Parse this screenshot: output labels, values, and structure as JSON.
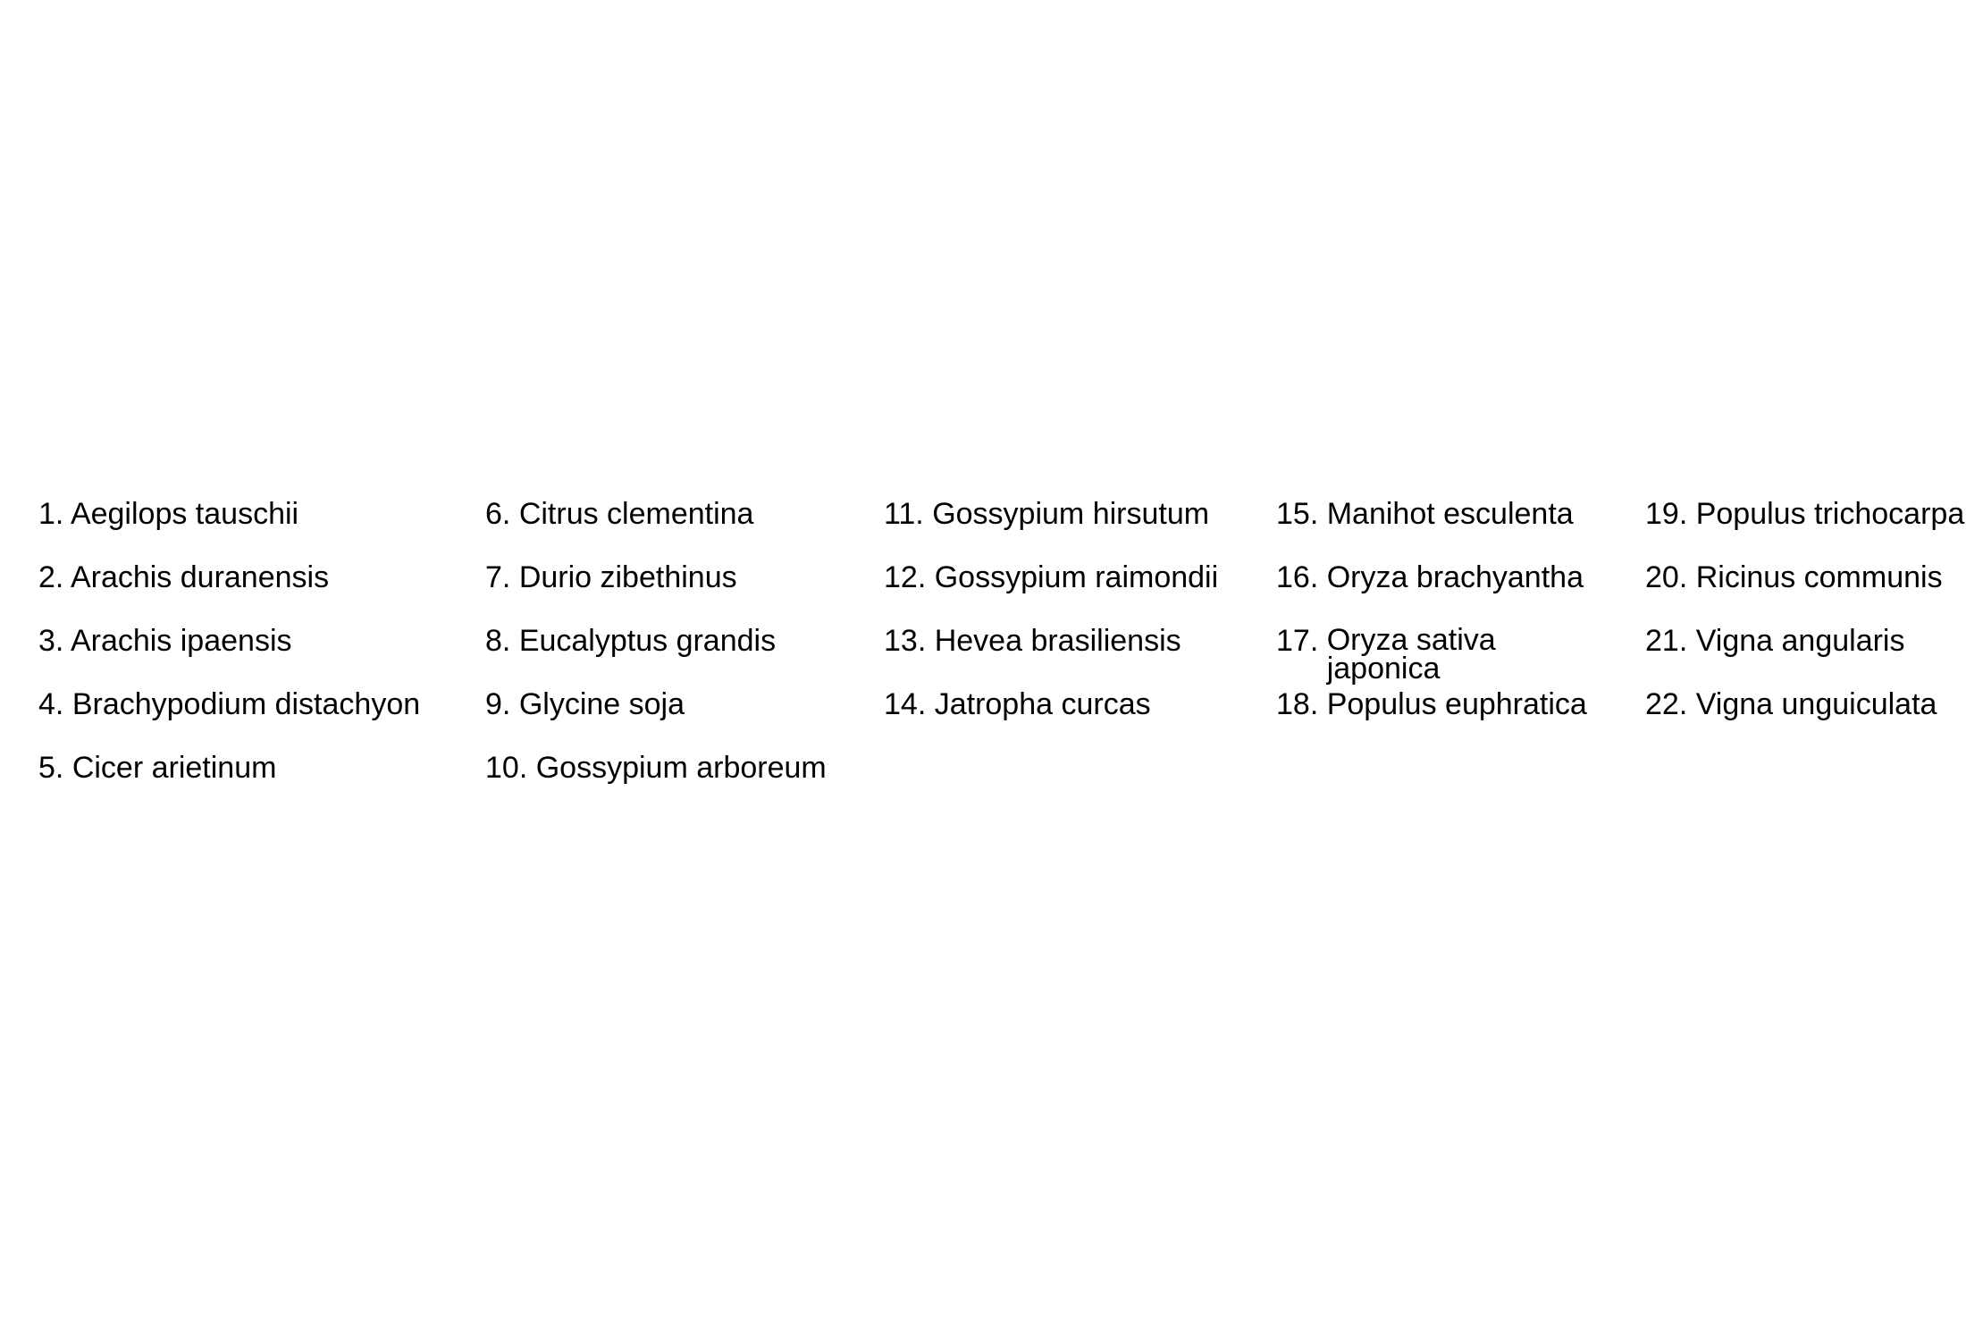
{
  "columns": [
    {
      "items": [
        {
          "number": "1.",
          "name": "Aegilops tauschii"
        },
        {
          "number": "2.",
          "name": "Arachis duranensis"
        },
        {
          "number": "3.",
          "name": "Arachis ipaensis"
        },
        {
          "number": "4.",
          "name": "Brachypodium distachyon"
        },
        {
          "number": "5.",
          "name": "Cicer arietinum"
        }
      ]
    },
    {
      "items": [
        {
          "number": "6.",
          "name": "Citrus clementina"
        },
        {
          "number": "7.",
          "name": "Durio zibethinus"
        },
        {
          "number": "8.",
          "name": "Eucalyptus grandis"
        },
        {
          "number": "9.",
          "name": "Glycine soja"
        },
        {
          "number": "10.",
          "name": "Gossypium arboreum"
        }
      ]
    },
    {
      "items": [
        {
          "number": "11.",
          "name": "Gossypium hirsutum"
        },
        {
          "number": "12.",
          "name": "Gossypium raimondii"
        },
        {
          "number": "13.",
          "name": "Hevea brasiliensis"
        },
        {
          "number": "14.",
          "name": "Jatropha curcas"
        }
      ]
    },
    {
      "items": [
        {
          "number": "15.",
          "name": "Manihot esculenta"
        },
        {
          "number": "16.",
          "name": "Oryza brachyantha"
        },
        {
          "number": "17.",
          "name": "Oryza sativa japonica"
        },
        {
          "number": "18.",
          "name": "Populus euphratica"
        }
      ]
    },
    {
      "items": [
        {
          "number": "19.",
          "name": "Populus trichocarpa"
        },
        {
          "number": "20.",
          "name": "Ricinus communis"
        },
        {
          "number": "21.",
          "name": "Vigna angularis"
        },
        {
          "number": "22.",
          "name": "Vigna unguiculata"
        }
      ]
    }
  ]
}
